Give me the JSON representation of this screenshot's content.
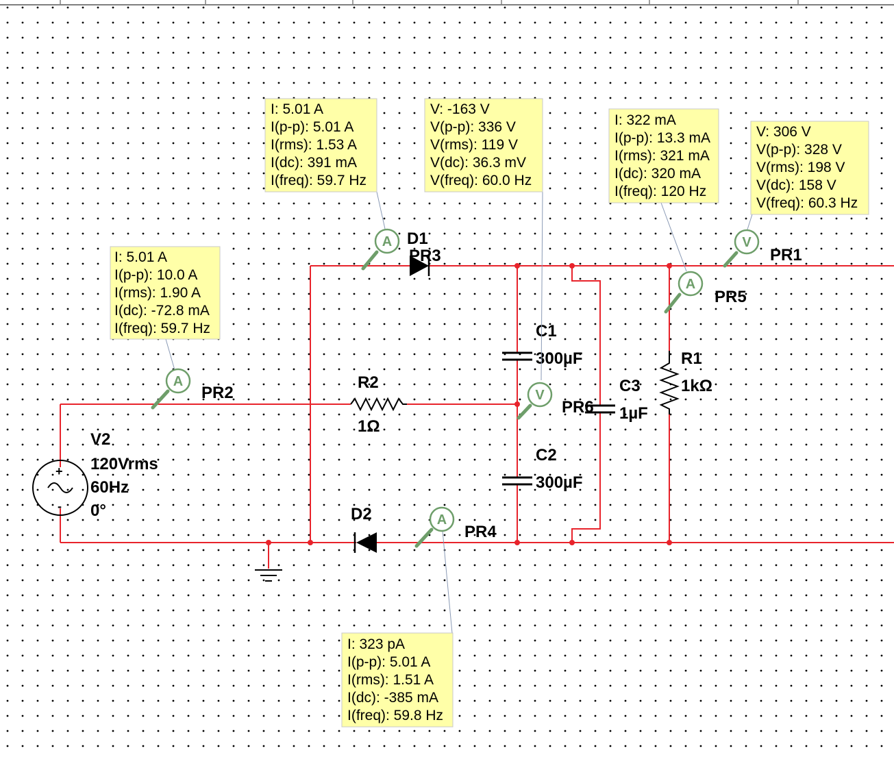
{
  "colors": {
    "wire": "#e8232b",
    "probe": "#6e9e6a",
    "callout_bg": "#ffffa8",
    "grid_dot": "#000000"
  },
  "probes": {
    "pr1": {
      "name": "PR1",
      "kind": "V",
      "readings": [
        "V: 306 V",
        "V(p-p): 328 V",
        "V(rms): 198 V",
        "V(dc): 158 V",
        "V(freq): 60.3 Hz"
      ]
    },
    "pr2": {
      "name": "PR2",
      "kind": "A",
      "readings": [
        "I: 5.01 A",
        "I(p-p): 10.0 A",
        "I(rms): 1.90 A",
        "I(dc): -72.8 mA",
        "I(freq): 59.7 Hz"
      ]
    },
    "pr3": {
      "name": "PR3",
      "kind": "A",
      "readings": [
        "I: 5.01 A",
        "I(p-p): 5.01 A",
        "I(rms): 1.53 A",
        "I(dc): 391 mA",
        "I(freq): 59.7 Hz"
      ]
    },
    "pr4": {
      "name": "PR4",
      "kind": "A",
      "readings": [
        "I: 323 pA",
        "I(p-p): 5.01 A",
        "I(rms): 1.51 A",
        "I(dc): -385 mA",
        "I(freq): 59.8 Hz"
      ]
    },
    "pr5": {
      "name": "PR5",
      "kind": "A",
      "readings": [
        "I: 322 mA",
        "I(p-p): 13.3 mA",
        "I(rms): 321 mA",
        "I(dc): 320 mA",
        "I(freq): 120 Hz"
      ]
    },
    "pr6": {
      "name": "PR6",
      "kind": "V",
      "readings": [
        "V: -163 V",
        "V(p-p): 336 V",
        "V(rms): 119 V",
        "V(dc): 36.3 mV",
        "V(freq): 60.0 Hz"
      ]
    }
  },
  "components": {
    "d1": {
      "ref": "D1"
    },
    "d2": {
      "ref": "D2"
    },
    "r1": {
      "ref": "R1",
      "value": "1kΩ"
    },
    "r2": {
      "ref": "R2",
      "value": "1Ω"
    },
    "c1": {
      "ref": "C1",
      "value": "300µF"
    },
    "c2": {
      "ref": "C2",
      "value": "300µF"
    },
    "c3": {
      "ref": "C3",
      "value": "1µF"
    },
    "v2": {
      "ref": "V2",
      "amplitude": "120Vrms",
      "frequency": "60Hz",
      "phase": "0°",
      "plus": "+",
      "minus": "-"
    }
  }
}
